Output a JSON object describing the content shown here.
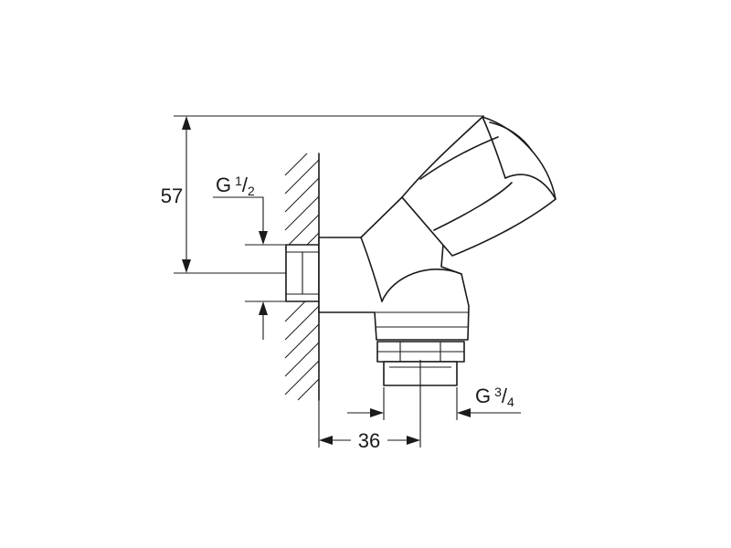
{
  "dimensions": {
    "height": "57",
    "depth": "36"
  },
  "threads": {
    "inlet": {
      "letter": "G",
      "num": "1",
      "den": "2"
    },
    "outlet": {
      "letter": "G",
      "num": "3",
      "den": "4"
    }
  }
}
